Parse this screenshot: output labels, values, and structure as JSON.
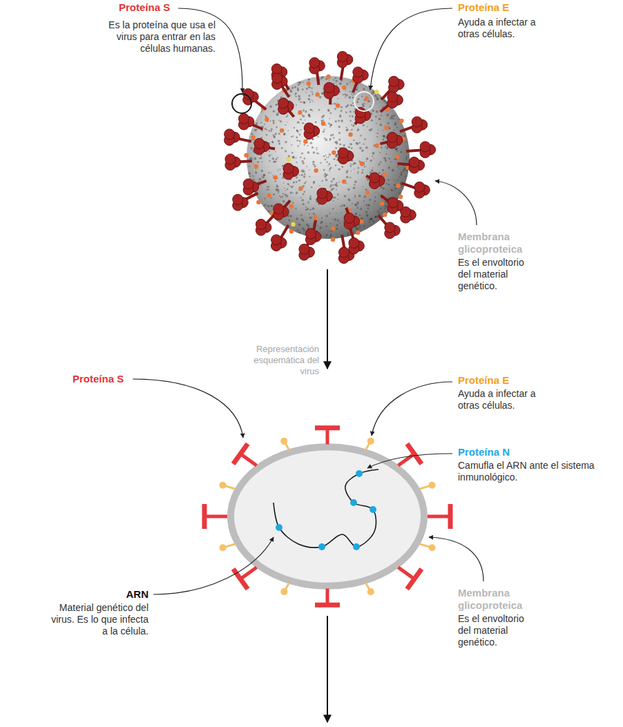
{
  "diagram": {
    "labels": [
      "Proteína S",
      "Es la proteína que usa el virus para entrar en las células humanas.",
      "Proteína E",
      "Ayuda a infectar a otras células.",
      "Membrana glicoproteica",
      "Es el envoltorio del material genético.",
      "Representación esquemática del virus",
      "Proteína S",
      "Proteína E",
      "Ayuda a infectar a otras células.",
      "Proteína N",
      "Camufla el ARN ante el sistema inmunológico.",
      "ARN",
      "Material genético del virus. Es lo que infecta a la célula.",
      "Membrana glicoproteica",
      "Es el envoltorio del material genético."
    ]
  }
}
